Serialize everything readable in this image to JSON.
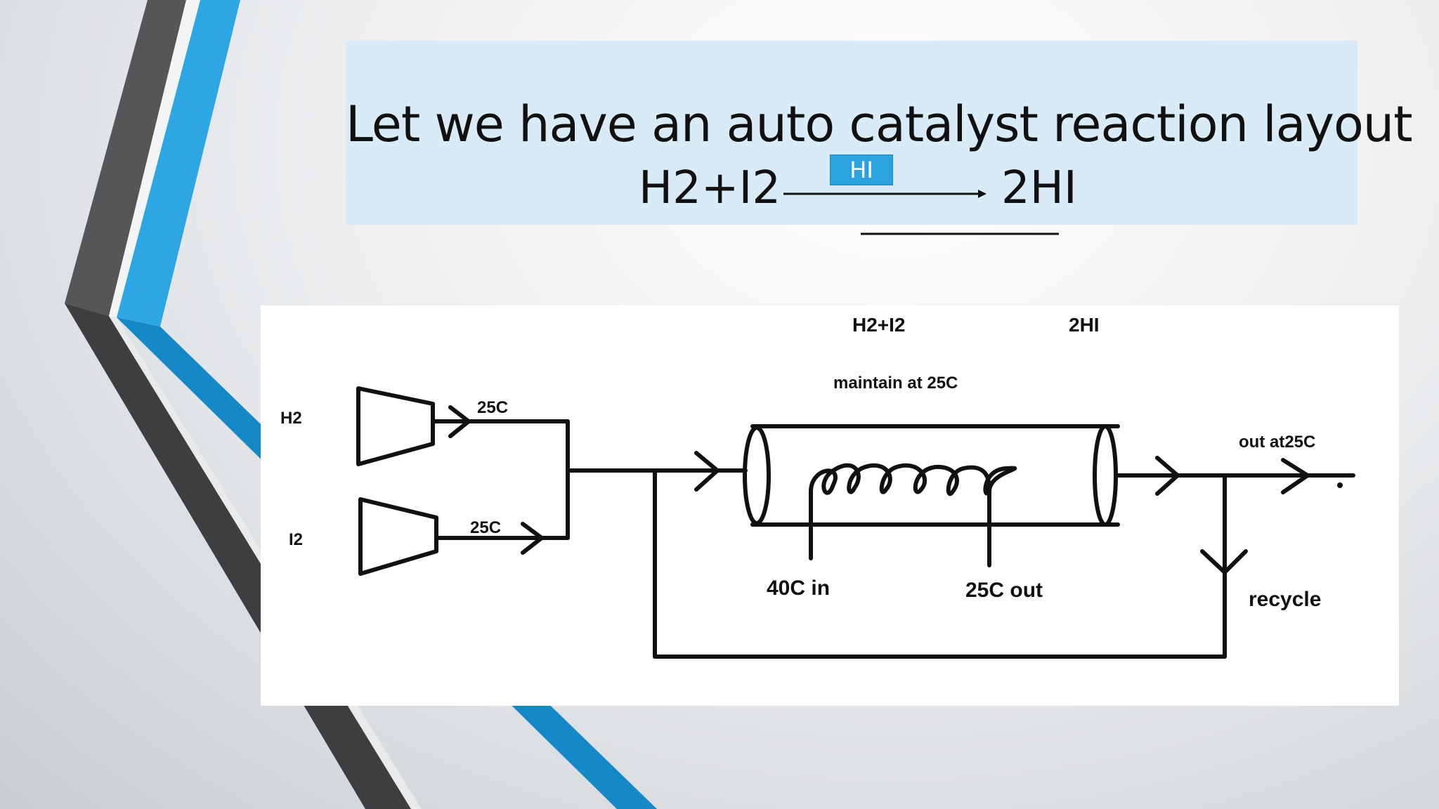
{
  "slide": {
    "title": "Let we have an auto catalyst reaction layout",
    "equation": {
      "reactants": "H2+I2",
      "catalyst": "HI",
      "product": "2HI"
    }
  },
  "diagram": {
    "labels": {
      "feed_h2": "H2",
      "feed_i2": "I2",
      "temp_h2": "25C",
      "temp_i2": "25C",
      "reactants": "H2+I2",
      "product": "2HI",
      "maintain": "maintain at 25C",
      "coil_in": "40C in",
      "coil_out": "25C out",
      "outlet": "out at25C",
      "recycle": "recycle"
    }
  },
  "colors": {
    "title_box": "#d9ebf7",
    "accent_blue": "#2aa3df",
    "dark_gray": "#3a3b3d"
  }
}
